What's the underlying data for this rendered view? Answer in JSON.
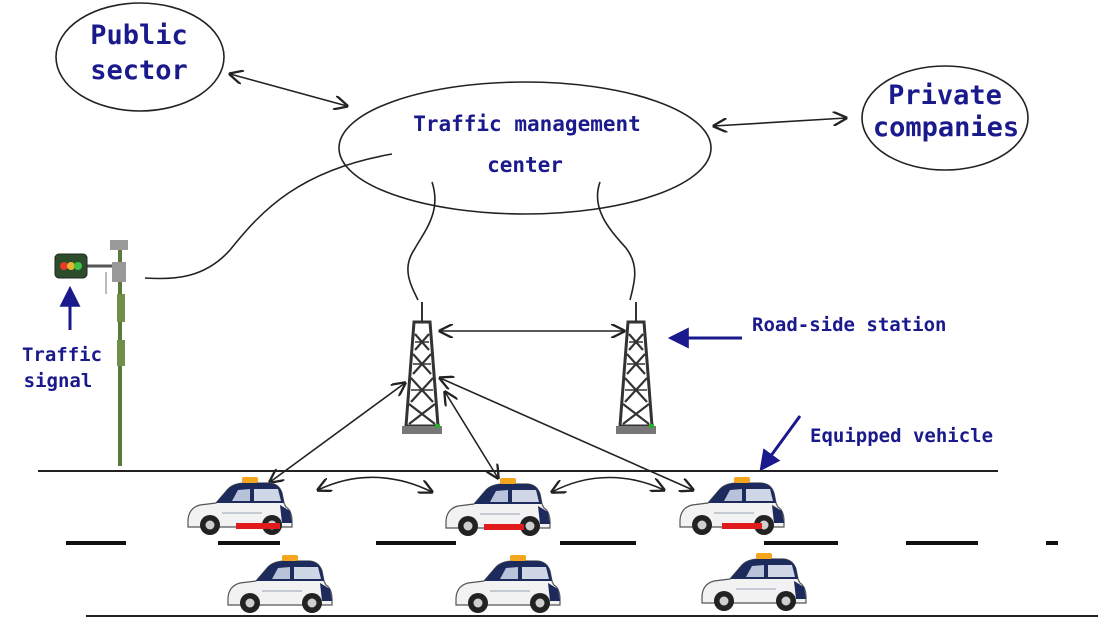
{
  "nodes": {
    "public_sector": [
      "Public",
      "sector"
    ],
    "traffic_center": [
      "Traffic management",
      "center"
    ],
    "private_companies": [
      "Private",
      "companies"
    ]
  },
  "labels": {
    "road_side_station": "Road-side station",
    "equipped_vehicle": "Equipped vehicle",
    "traffic_signal": [
      "Traffic",
      "signal"
    ]
  },
  "colors": {
    "label_text": "#1a1a8c",
    "pointer_arrow": "#1a1a8c",
    "brake_strip": "#e11b1b",
    "car_body": "#f2f2f2",
    "car_roof": "#1c2a5c",
    "roof_light": "#f5a51e"
  },
  "icons": {
    "tower": "radio-tower-icon",
    "car": "car-icon",
    "signal": "traffic-light-icon"
  }
}
